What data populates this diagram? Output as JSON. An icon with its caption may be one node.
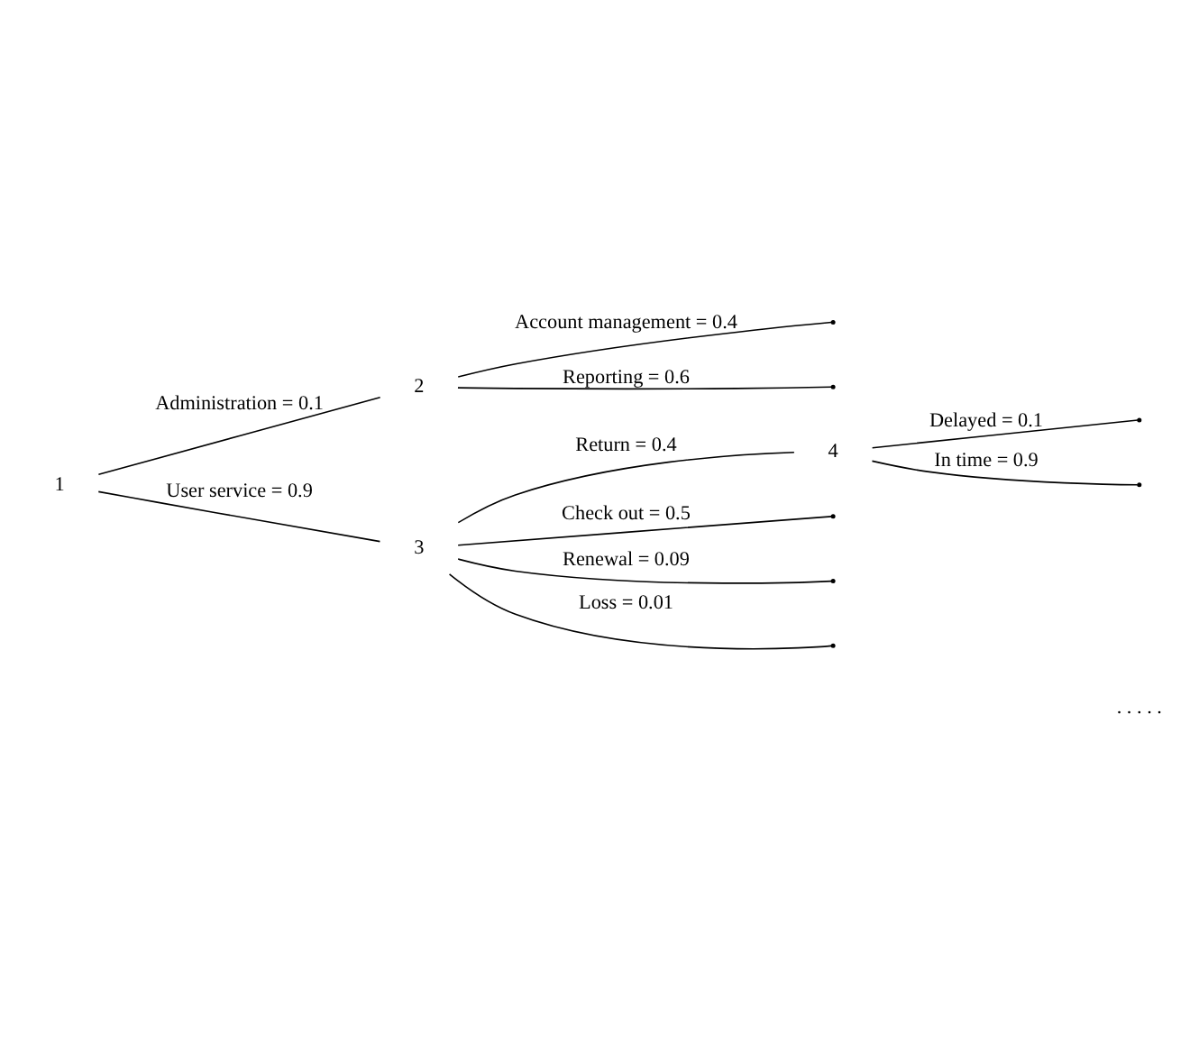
{
  "diagram": {
    "nodes": [
      {
        "text": [
          "1"
        ]
      },
      {
        "text": [
          "2"
        ]
      },
      {
        "text": [
          "3"
        ]
      },
      {
        "text": [
          "4"
        ]
      },
      {
        "text": [],
        "shape": "point"
      },
      {
        "text": [],
        "shape": "point"
      },
      {
        "text": [],
        "shape": "point"
      },
      {
        "text": [],
        "shape": "point"
      },
      {
        "text": [],
        "shape": "point"
      },
      {
        "text": [],
        "shape": "point"
      },
      {
        "text": [],
        "shape": "point"
      }
    ],
    "edges": [
      {
        "from": 0,
        "to": 1,
        "arrow": "none",
        "label": "Administration = 0.1"
      },
      {
        "from": 0,
        "to": 2,
        "arrow": "none",
        "label": "User service = 0.9"
      },
      {
        "from": 1,
        "to": 4,
        "arrow": "none",
        "label": "Account management = 0.4"
      },
      {
        "from": 1,
        "to": 5,
        "arrow": "none",
        "label": "Reporting = 0.6"
      },
      {
        "from": 2,
        "to": 6,
        "arrow": "none",
        "label": "Check out = 0.5"
      },
      {
        "from": 2,
        "to": 7,
        "arrow": "none",
        "label": "Renewal = 0.09"
      },
      {
        "from": 2,
        "to": 8,
        "arrow": "none",
        "label": "Loss = 0.01"
      },
      {
        "from": 2,
        "to": 3,
        "arrow": "none",
        "label": "Return = 0.4"
      },
      {
        "from": 3,
        "to": 9,
        "arrow": "none",
        "label": "Delayed = 0.1"
      },
      {
        "from": 3,
        "to": 10,
        "arrow": "none",
        "label": "In time = 0.9"
      }
    ],
    "labels": [
      ". . . . ."
    ]
  }
}
